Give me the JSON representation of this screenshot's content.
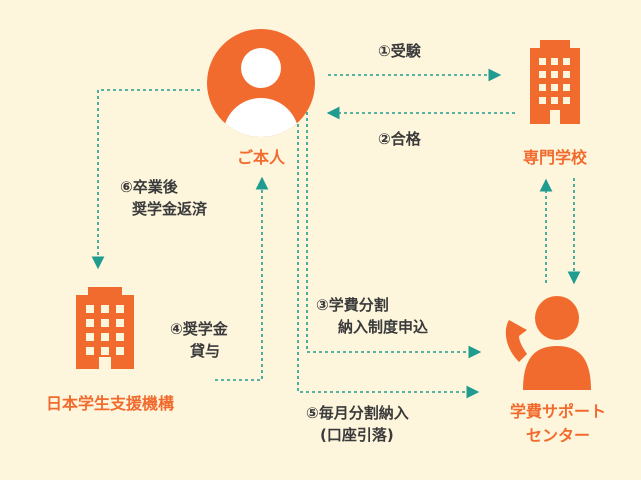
{
  "nodes": {
    "person": {
      "label": "ご本人"
    },
    "school": {
      "label": "専門学校"
    },
    "jasso": {
      "label": "日本学生支援機構"
    },
    "support": {
      "label_line1": "学費サポート",
      "label_line2": "センター"
    }
  },
  "flows": {
    "exam": {
      "label": "①受験"
    },
    "pass": {
      "label": "②合格"
    },
    "application": {
      "line1": "③学費分割",
      "line2": "納入制度申込"
    },
    "loan": {
      "line1": "④奨学金",
      "line2": "貸与"
    },
    "installment": {
      "line1": "⑤毎月分割納入",
      "line2": "(口座引落)"
    },
    "repay": {
      "line1": "⑥卒業後",
      "line2": "奨学金返済"
    }
  },
  "colors": {
    "background": "#fdf6dd",
    "accent": "#f26b2e",
    "arrow": "#1f9c8f",
    "text": "#3a3a3a"
  }
}
